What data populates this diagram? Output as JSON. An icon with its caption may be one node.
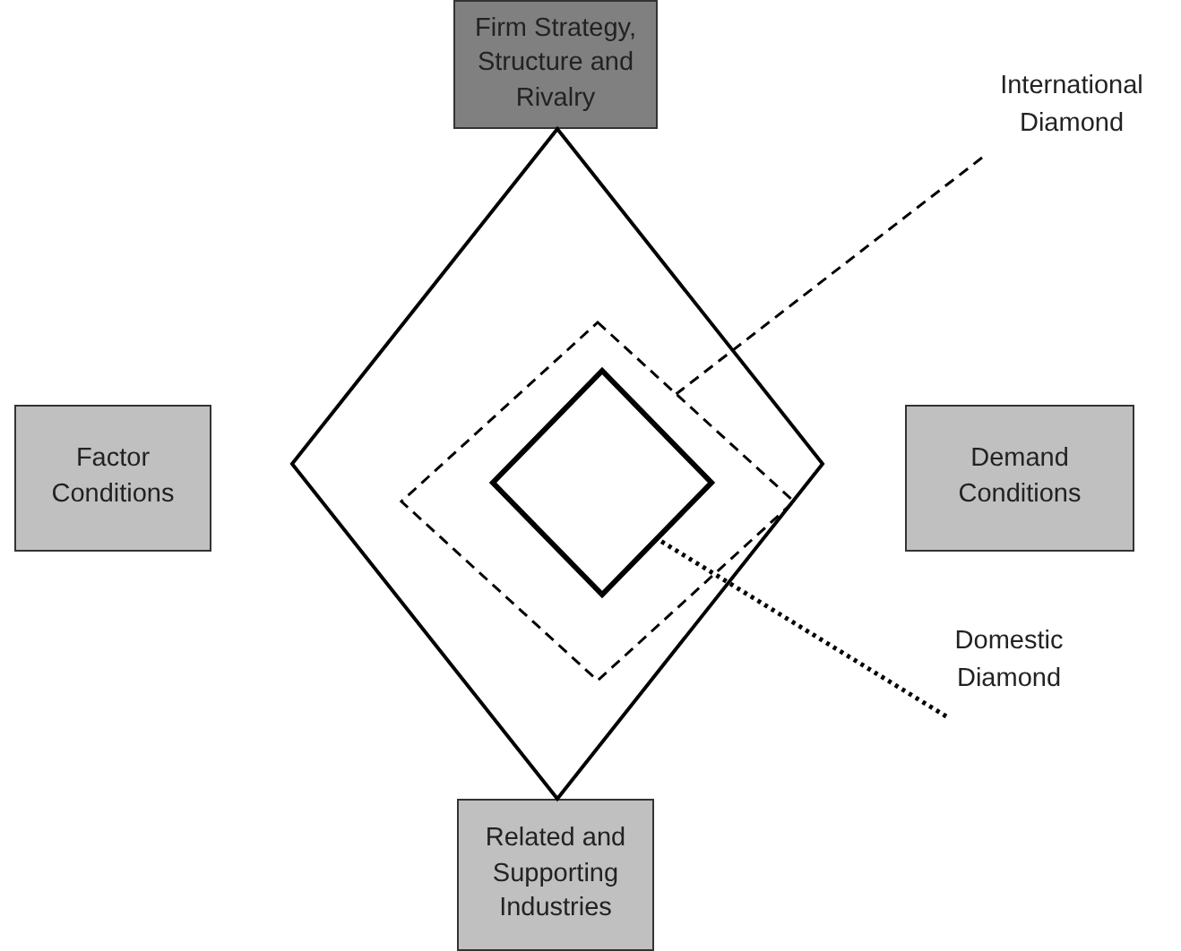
{
  "diagram": {
    "nodes": [
      {
        "text": [
          "Firm Strategy, Structure and Rivalry"
        ]
      },
      {
        "text": [
          "Factor Conditions"
        ]
      },
      {
        "text": [
          "Demand Conditions"
        ]
      },
      {
        "text": [
          "Related and Supporting Industries"
        ]
      },
      {
        "text": [],
        "shape": "diamond"
      },
      {
        "text": [],
        "shape": "diamond",
        "in": 4
      },
      {
        "text": [],
        "shape": "diamond",
        "in": 5
      },
      {
        "text": [
          "International Diamond"
        ]
      },
      {
        "text": [
          "Domestic Diamond"
        ]
      }
    ],
    "edges": [
      {
        "from": 7,
        "to": 5,
        "arrow": "none",
        "style": "dashed"
      },
      {
        "from": 8,
        "to": 6,
        "arrow": "none",
        "style": "dashed"
      }
    ]
  }
}
